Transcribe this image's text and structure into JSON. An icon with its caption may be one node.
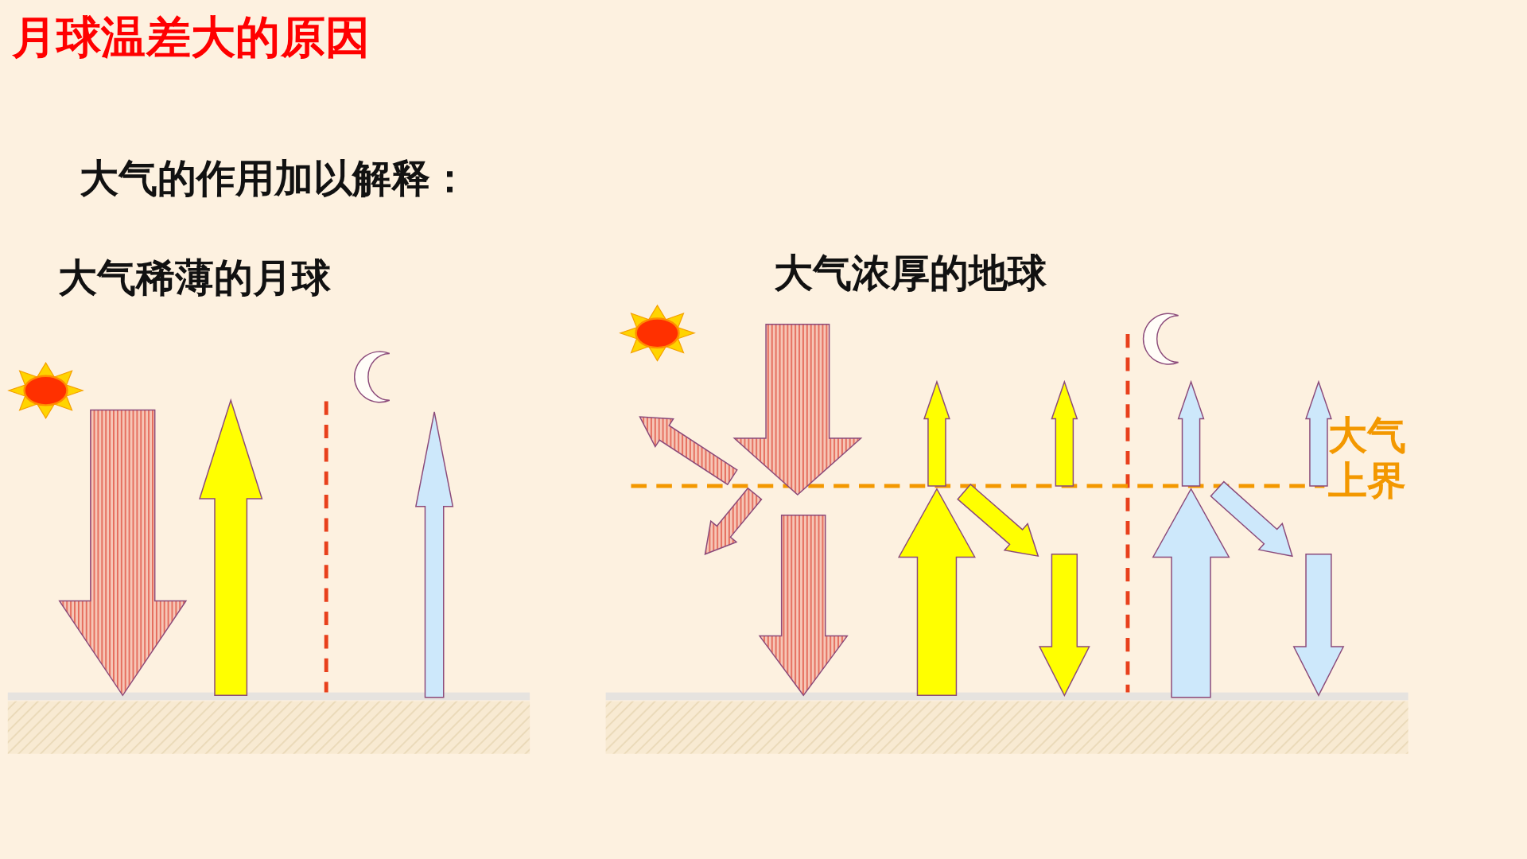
{
  "diagram": {
    "title": "月球温差大的原因",
    "labels": [
      "大气的作用加以解释：",
      "大气稀薄的月球",
      "大气浓厚的地球",
      "大气上界"
    ]
  }
}
